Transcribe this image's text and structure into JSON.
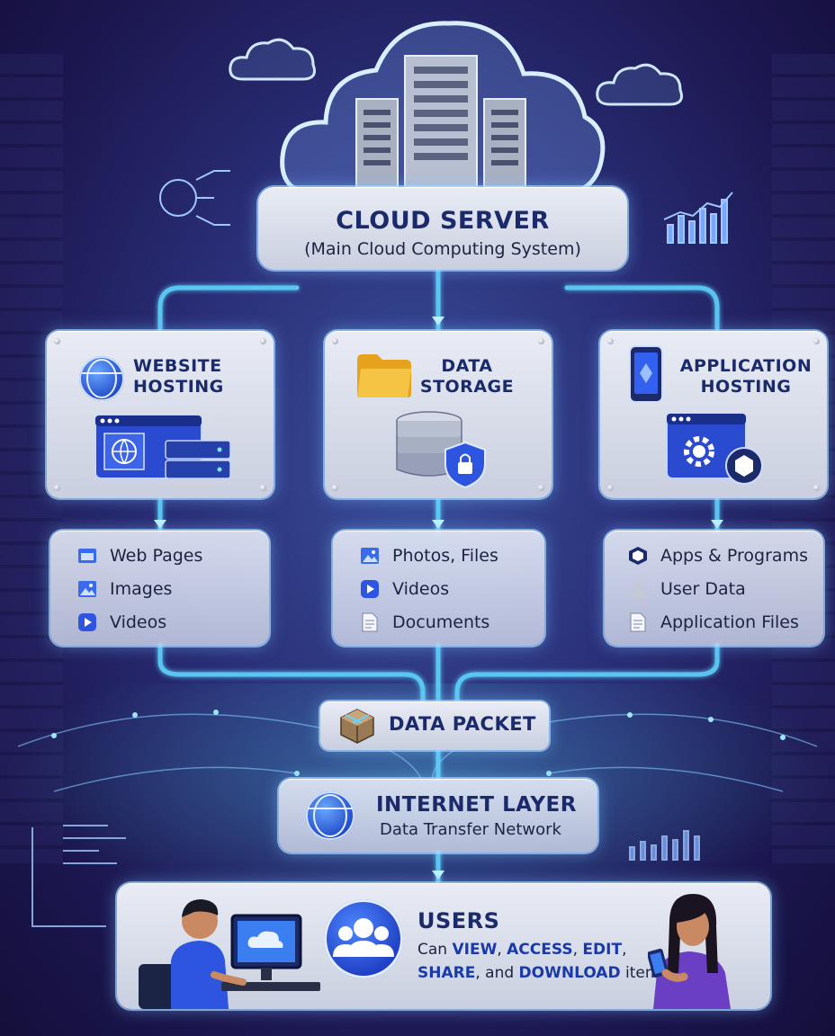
{
  "cloud_server": {
    "title": "CLOUD SERVER",
    "subtitle": "(Main Cloud Computing System)"
  },
  "services": [
    {
      "title_line1": "WEBSITE",
      "title_line2": "HOSTING",
      "items": [
        "Web Pages",
        "Images",
        "Videos"
      ]
    },
    {
      "title_line1": "DATA",
      "title_line2": "STORAGE",
      "items": [
        "Photos, Files",
        "Videos",
        "Documents"
      ]
    },
    {
      "title_line1": "APPLICATION",
      "title_line2": "HOSTING",
      "items": [
        "Apps & Programs",
        "User Data",
        "Application Files"
      ]
    }
  ],
  "data_packet": {
    "label": "DATA PACKET"
  },
  "internet_layer": {
    "title": "INTERNET LAYER",
    "subtitle": "Data Transfer Network"
  },
  "users": {
    "title": "USERS",
    "line1_prefix": "Can ",
    "action_view": "VIEW",
    "sep1": ", ",
    "action_access": "ACCESS",
    "sep2": ", ",
    "action_edit": "EDIT",
    "sep3": ",",
    "action_share": "SHARE",
    "sep4": ", and ",
    "action_download": "DOWNLOAD",
    "line2_suffix": " items."
  },
  "colors": {
    "accent": "#1b2a6b",
    "wire": "#5fd6ff",
    "panel": "#dde2ee",
    "highlight": "#1a3aa8"
  },
  "icons": {
    "web_pages": "browser-window-icon",
    "images": "image-icon",
    "videos": "play-video-icon",
    "photos_files": "image-icon",
    "documents": "document-icon",
    "apps_programs": "cube-icon",
    "user_data": "user-icon",
    "application_files": "document-icon"
  }
}
